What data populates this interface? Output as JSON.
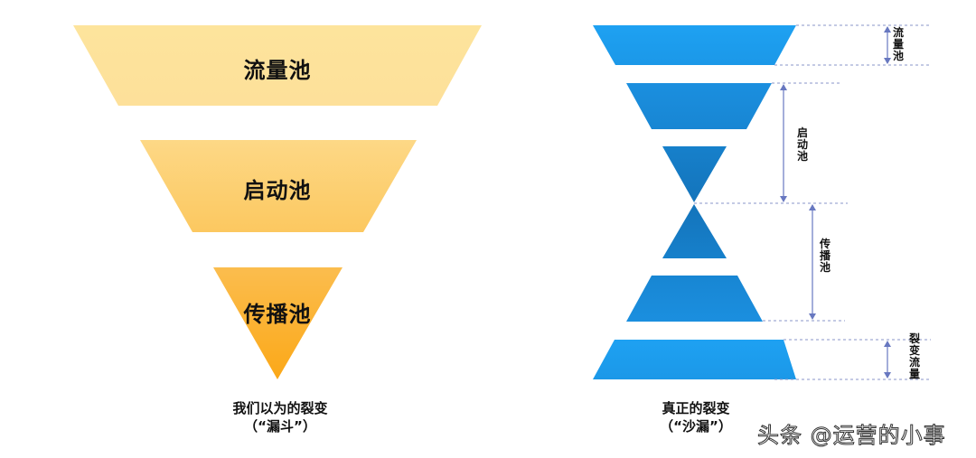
{
  "left_diagram": {
    "title": "我们以为的裂变",
    "subtitle": "（“漏斗”）",
    "layers": [
      {
        "label": "流量池",
        "shape": "trapezoid"
      },
      {
        "label": "启动池",
        "shape": "trapezoid"
      },
      {
        "label": "传播池",
        "shape": "triangle"
      }
    ],
    "colors": {
      "top": "#fde39a",
      "middle": "#fcd37a",
      "bottom": "#fbac1f"
    }
  },
  "right_diagram": {
    "title": "真正的裂变",
    "subtitle": "（“沙漏”）",
    "annotations": [
      {
        "label": "流量池"
      },
      {
        "label": "启动池"
      },
      {
        "label": "传播池"
      },
      {
        "label": "裂变流量"
      }
    ],
    "colors": {
      "light": "#1d9ef0",
      "dark": "#1577bd",
      "arrow": "#6878c0"
    }
  },
  "watermark": "头条 @运营的小事"
}
